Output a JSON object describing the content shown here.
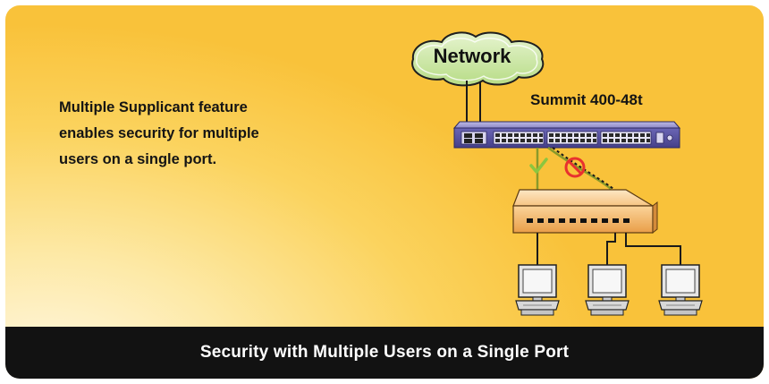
{
  "description": {
    "lines": [
      "Multiple Supplicant feature",
      "enables security for multiple",
      "users on a single port."
    ]
  },
  "network_label": "Network",
  "device_label": "Summit 400-48t",
  "caption": "Security with Multiple Users on a Single Port",
  "icons": {
    "cloud": "network-cloud-icon",
    "switch": "switch-icon",
    "hub": "hub-icon",
    "computer": "computer-icon",
    "allowed": "checkmark-icon",
    "denied": "prohibited-icon"
  },
  "colors": {
    "background_light": "#fff8e6",
    "background_dark": "#f9c23a",
    "caption_bar": "#121212",
    "cloud_fill": "#c8e6a0",
    "switch_body": "#5b55a0",
    "hub_body": "#f2b46a",
    "allowed": "#8cc63f",
    "denied": "#e8312e",
    "link_allowed": "#8a9a2a",
    "link_denied": "#1a1a1a"
  }
}
